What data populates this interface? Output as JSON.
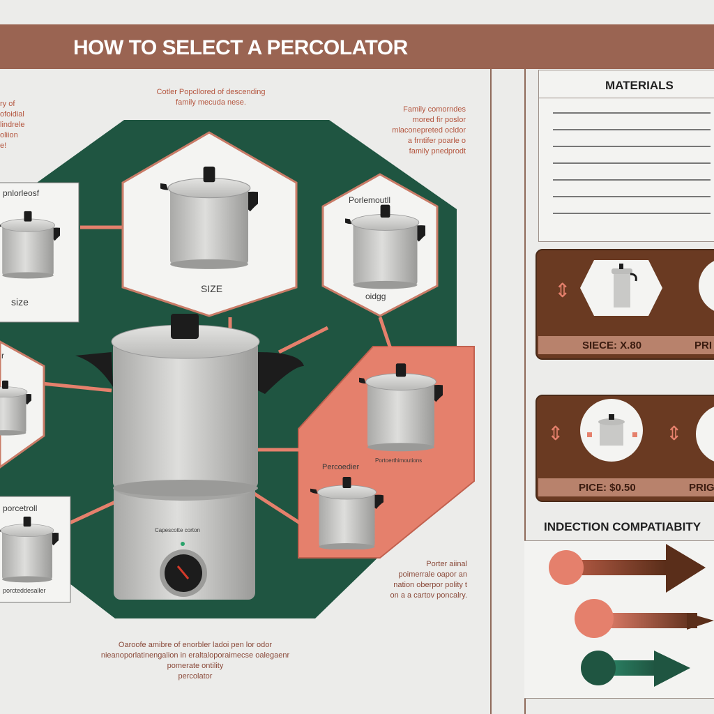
{
  "title": "HOW TO SELECT A PERCOLATOR",
  "notes": {
    "top_left": [
      "ry of",
      "ofoidial",
      "lindrele",
      "oliion",
      "e!"
    ],
    "top_center": [
      "Cotler Popcllored of descending",
      "family mecuda nese."
    ],
    "top_right": [
      "Family comorndes",
      "mored fir poslor",
      "mlaconepreted ocldor",
      "a frntifer poarle o",
      "family pnedprodt"
    ],
    "bottom_right": [
      "Porter aiinal",
      "poimerrale oapor an",
      "nation oberpor polity t",
      "on a a cartov poncalry."
    ],
    "bottom_center": [
      "Oaroofe amibre of enorbler ladoi pen lor odor",
      "nieanoporlatinengalion in eraltaloporaimecse oalegaenr",
      "pomerate ontility",
      "percolator"
    ]
  },
  "cards": {
    "left_top": {
      "heading": "pnlorleosf",
      "label": "size"
    },
    "center_hex": {
      "label": "SIZE"
    },
    "right_hex": {
      "heading": "Porlemoutll",
      "label": "oidgg"
    },
    "left_mid": {
      "heading": "r"
    },
    "left_bottom": {
      "heading": "porcetroll",
      "caption": "porcteddesaller"
    },
    "salmon_top": {
      "caption": "Portoerthimoutions"
    },
    "salmon_bottom": {
      "heading": "Percoedier"
    },
    "stove": {
      "caption": "Capescotte corton"
    }
  },
  "sidebar": {
    "materials": {
      "heading": "MATERIALS"
    },
    "price_box_1": {
      "strip": "SIECE: X.80",
      "strip_right": "PRI"
    },
    "price_box_2": {
      "strip": "PICE: $0.50",
      "strip_right": "PRIG"
    },
    "induction": {
      "heading": "INDECTION COMPATIABITY"
    }
  },
  "colors": {
    "banner": "#9a6452",
    "green": "#1f5541",
    "salmon": "#e5806c",
    "brown": "#6a3a22",
    "pot": "#c9c9c7"
  }
}
